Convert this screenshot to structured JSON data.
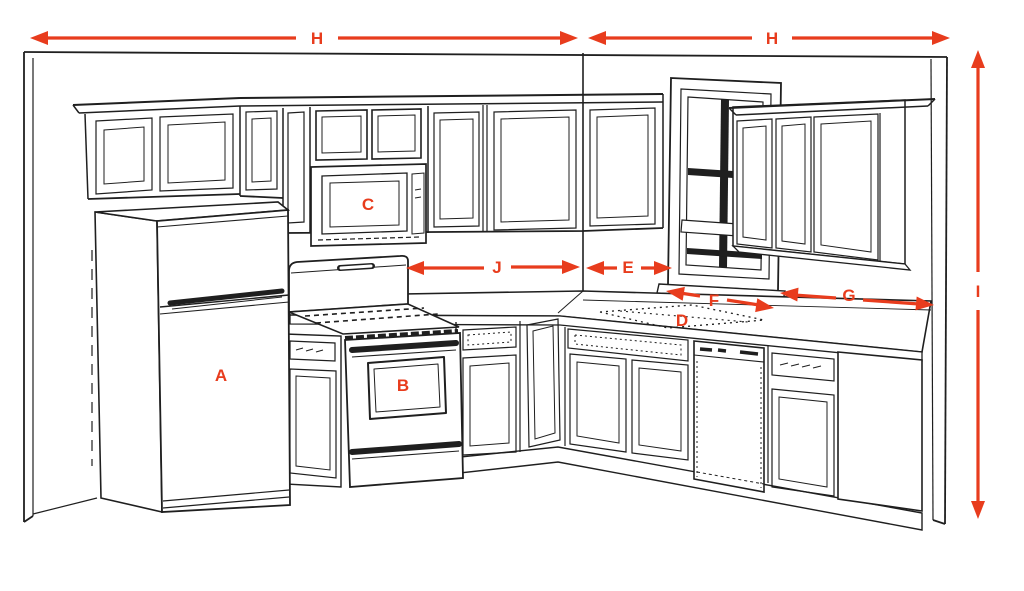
{
  "diagram": {
    "background_color": "#ffffff",
    "line_color": "#1f1f1f",
    "accent_color": "#e83c1d",
    "dimension_labels": {
      "h_left": "H",
      "h_right": "H",
      "i": "I",
      "j": "J",
      "e": "E",
      "f": "F",
      "g": "G"
    },
    "appliance_labels": {
      "a": "A",
      "b": "B",
      "c": "C",
      "d": "D"
    }
  }
}
